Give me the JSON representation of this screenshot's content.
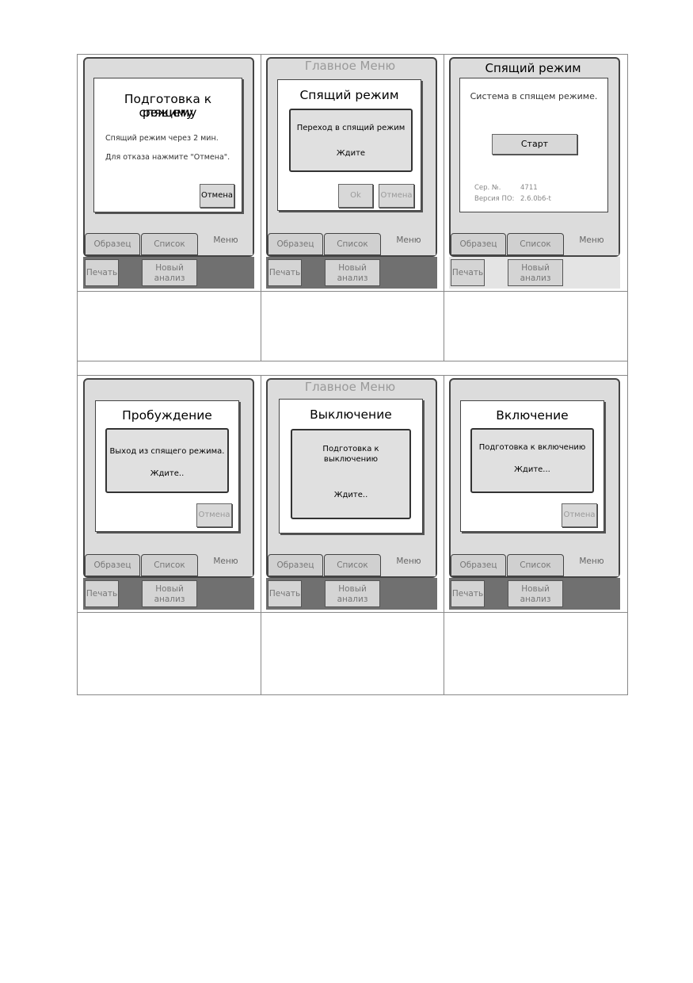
{
  "tabs": {
    "sample": "Образец",
    "list": "Список",
    "menu": "Меню"
  },
  "bottom": {
    "print": "Печать",
    "new_analysis_1": "Новый",
    "new_analysis_2": "анализ"
  },
  "screens": {
    "s1": {
      "title_line1": "Подготовка к спящему",
      "title_line2": "режиму",
      "text1": "Спящий режим через 2 мин.",
      "text2": "Для отказа нажмите \"Отмена\".",
      "cancel": "Отмена"
    },
    "s2": {
      "header": "Главное Меню",
      "title": "Спящий режим",
      "msg1": "Переход в спящий режим",
      "msg2": "Ждите",
      "ok": "Ok",
      "cancel": "Отмена"
    },
    "s3": {
      "header": "Спящий режим",
      "status": "Система в спящем режиме.",
      "start": "Старт",
      "serial_label": "Сер. №.",
      "serial_value": "4711",
      "version_label": "Версия ПО:",
      "version_value": "2.6.0b6-t"
    },
    "s4": {
      "title": "Пробуждение",
      "msg1": "Выход из спящего режима.",
      "msg2": "Ждите..",
      "cancel": "Отмена"
    },
    "s5": {
      "header": "Главное Меню",
      "title": "Выключение",
      "msg1": "Подготовка к",
      "msg2": "выключению",
      "msg3": "Ждите.."
    },
    "s6": {
      "title": "Включение",
      "msg1": "Подготовка к включению",
      "msg2": "Ждите...",
      "cancel": "Отмена"
    }
  }
}
